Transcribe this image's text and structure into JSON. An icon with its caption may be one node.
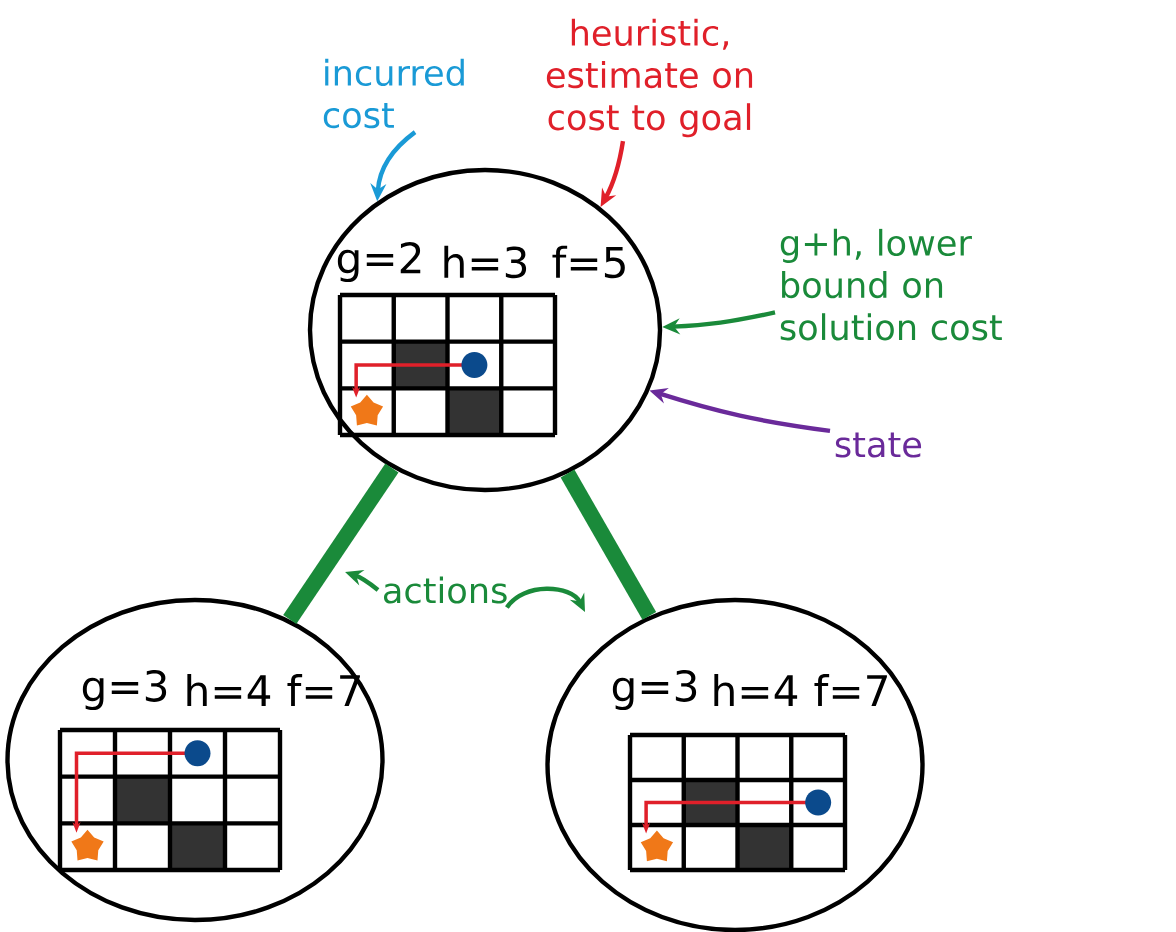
{
  "diagram": {
    "nodes": [
      {
        "text": [
          "g=2",
          "h=3",
          "f=5"
        ]
      },
      {
        "text": [
          "g=3",
          "h=4",
          "f=7"
        ]
      },
      {
        "text": [
          "g=3",
          "h=4",
          "f=7"
        ]
      },
      {
        "text": [
          "incurred cost"
        ]
      },
      {
        "text": [
          "heuristic, estimate on cost to goal"
        ]
      },
      {
        "text": [
          "g+h, lower bound on solution cost"
        ]
      },
      {
        "text": [
          "state"
        ]
      },
      {
        "text": [
          "actions"
        ]
      }
    ],
    "edges": [
      {
        "from": 3,
        "to": 0,
        "arrow": "to",
        "color": "#1a9ad6"
      },
      {
        "from": 4,
        "to": 0,
        "arrow": "to",
        "color": "#e0202a"
      },
      {
        "from": 5,
        "to": 0,
        "arrow": "to",
        "color": "#1a8a3a"
      },
      {
        "from": 6,
        "to": 0,
        "arrow": "to",
        "color": "#6a2a9a"
      },
      {
        "from": 0,
        "to": 1,
        "arrow": "none",
        "style": "thick",
        "color": "#1a8a3a"
      },
      {
        "from": 0,
        "to": 2,
        "arrow": "none",
        "style": "thick",
        "color": "#1a8a3a"
      },
      {
        "from": 7,
        "to": null,
        "arrow": "to",
        "color": "#1a8a3a"
      },
      {
        "from": 7,
        "to": null,
        "arrow": "to",
        "color": "#1a8a3a"
      }
    ]
  }
}
